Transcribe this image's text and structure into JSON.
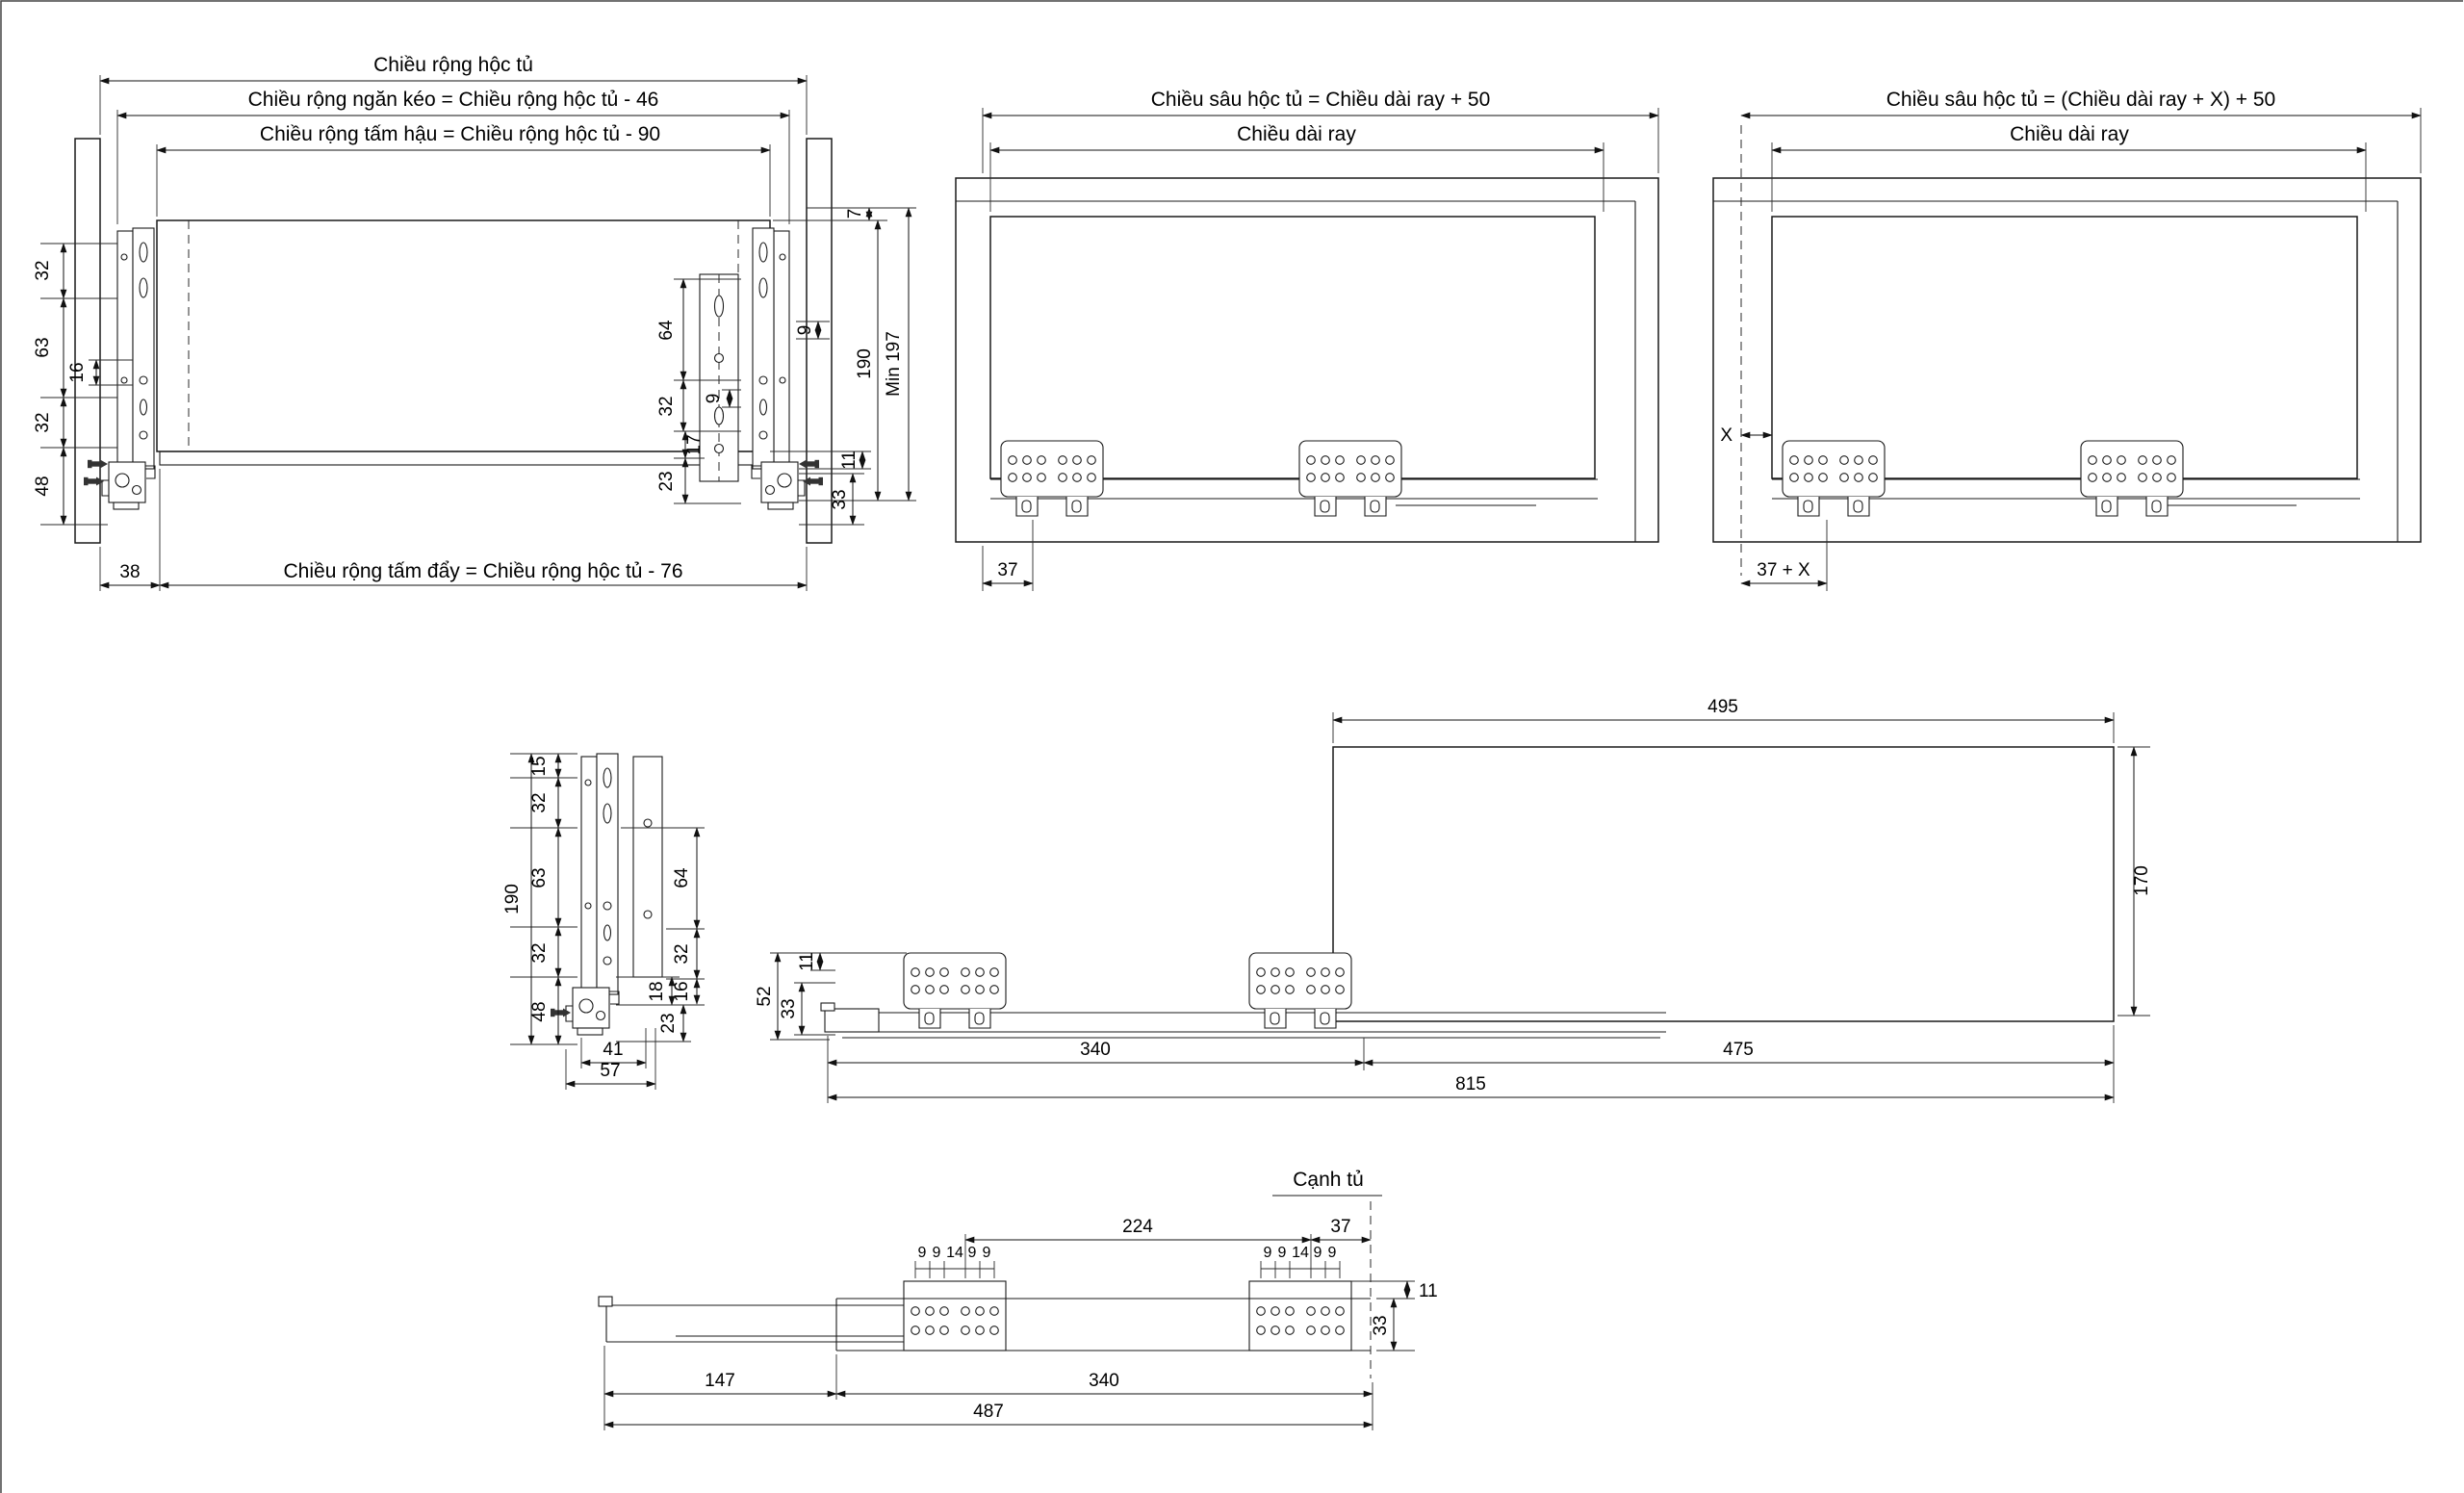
{
  "front_view": {
    "cabinet_width": "Chiều rộng hộc tủ",
    "drawer_width": "Chiều rộng ngăn kéo = Chiều rộng hộc tủ - 46",
    "back_panel_width": "Chiều rộng tấm hậu = Chiều rộng hộc tủ - 90",
    "bottom_panel_width": "Chiều rộng tấm đẩy = Chiều rộng hộc tủ - 76",
    "d32a": "32",
    "d63": "63",
    "d16": "16",
    "d32b": "32",
    "d48": "48",
    "d38": "38",
    "d64": "64",
    "d32c": "32",
    "d9a": "9",
    "d17": "17",
    "d23": "23",
    "d7": "7",
    "d9b": "9",
    "d190": "190",
    "dmin197": "Min 197",
    "d11": "11",
    "d33": "33"
  },
  "side_view_a": {
    "depth": "Chiều sâu hộc tủ = Chiều dài ray + 50",
    "rail_length": "Chiều dài ray",
    "d37": "37"
  },
  "side_view_b": {
    "depth": "Chiều sâu hộc tủ = (Chiều dài ray + X) + 50",
    "rail_length": "Chiều dài ray",
    "dx": "X",
    "d37x": "37 + X"
  },
  "section_view": {
    "d15": "15",
    "d32a": "32",
    "d63": "63",
    "d32b": "32",
    "d48": "48",
    "d190": "190",
    "d64": "64",
    "d32c": "32",
    "d16": "16",
    "d18": "18",
    "d23": "23",
    "d41": "41",
    "d57": "57"
  },
  "rail_side_view": {
    "d495": "495",
    "d170": "170",
    "d52": "52",
    "d33": "33",
    "d11": "11",
    "d340": "340",
    "d475": "475",
    "d815": "815"
  },
  "rail_plan_view": {
    "cabinet_edge": "Cạnh tủ",
    "d224": "224",
    "d37": "37",
    "hole_spacing": [
      "9",
      "9",
      "14",
      "9",
      "9"
    ],
    "d11": "11",
    "d33": "33",
    "d147": "147",
    "d340": "340",
    "d487": "487"
  }
}
